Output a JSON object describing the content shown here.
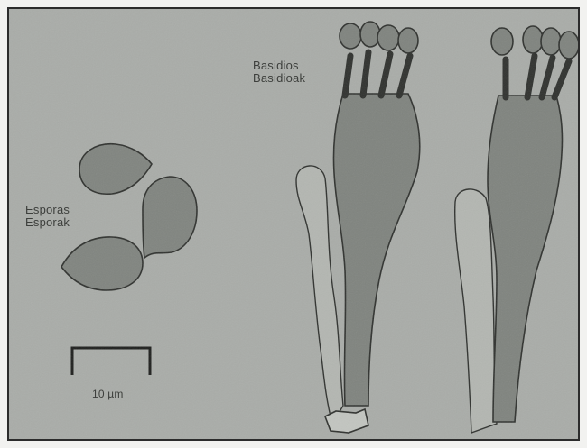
{
  "labels": {
    "basidia_line1": "Basidios",
    "basidia_line2": "Basidioak",
    "spores_line1": "Esporas",
    "spores_line2": "Esporak",
    "scale": "10 µm"
  },
  "colors": {
    "background": "#a9aca8",
    "structure_fill": "#7f837e",
    "outline": "#2f312e",
    "hypha_fill": "#b7bab5"
  }
}
